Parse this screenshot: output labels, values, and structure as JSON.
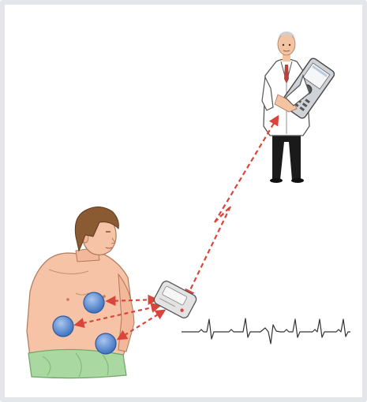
{
  "diagram": {
    "colors": {
      "frame": "#e4e6ea",
      "link_arrow": "#d9443b",
      "electrode": "#5b8fd6",
      "skin": "#f6c3a6",
      "hair": "#8a5a33",
      "towel": "#a9d8a1",
      "coat": "#ffffff",
      "trousers": "#1a1a1a",
      "device": "#e3e3e3",
      "ecg_trace": "#333333"
    },
    "nodes": [
      {
        "id": "patient",
        "icon": "patient-icon"
      },
      {
        "id": "electrodes",
        "icon": "electrode-icon",
        "count": 3
      },
      {
        "id": "monitor",
        "icon": "wireless-ecg-monitor-icon"
      },
      {
        "id": "doctor",
        "icon": "doctor-icon"
      },
      {
        "id": "handheld",
        "icon": "handheld-device-icon"
      },
      {
        "id": "ecg",
        "icon": "ecg-trace-icon"
      }
    ],
    "links": [
      {
        "from": "electrodes",
        "to": "monitor",
        "style": "dashed-bidirectional"
      },
      {
        "from": "monitor",
        "to": "handheld",
        "style": "dashed-wireless-zigzag"
      }
    ]
  }
}
